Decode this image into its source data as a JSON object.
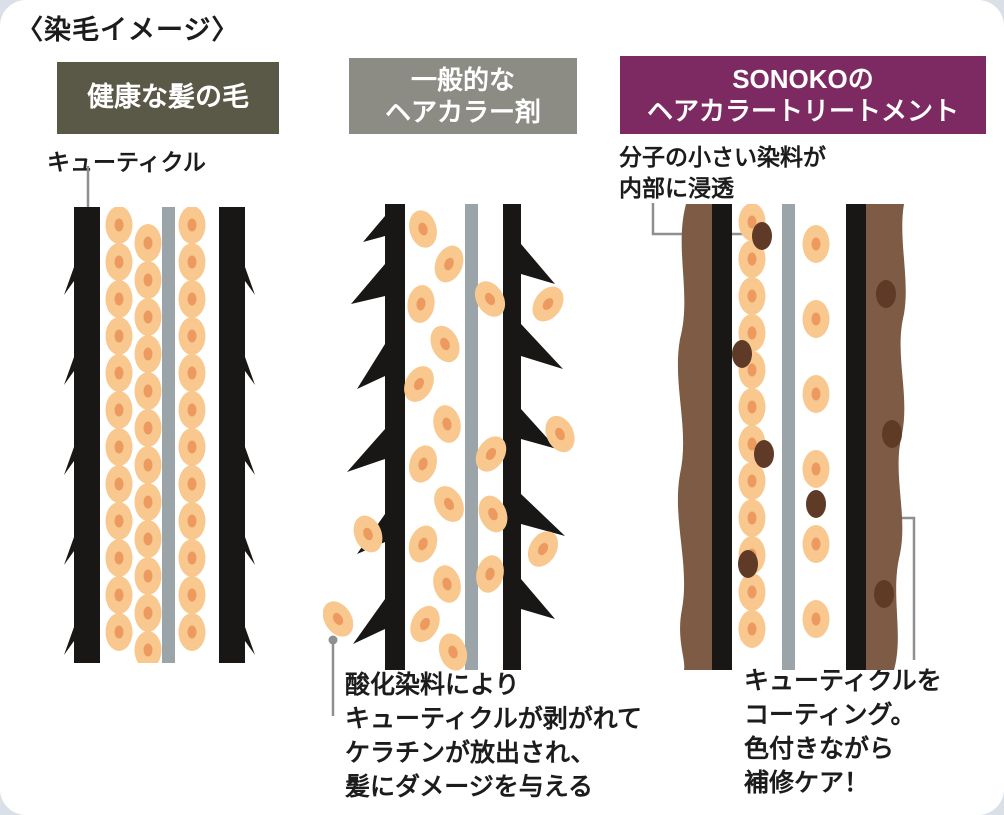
{
  "title": "〈染毛イメージ〉",
  "columns": [
    {
      "name": "healthy",
      "header_lines": [
        "健康な髪の毛"
      ],
      "header_bg": "#5a5847"
    },
    {
      "name": "general",
      "header_lines": [
        "一般的な",
        "ヘアカラー剤"
      ],
      "header_bg": "#8c8c85"
    },
    {
      "name": "sonoko",
      "header_lines": [
        "SONOKOの",
        "ヘアカラートリートメント"
      ],
      "header_bg": "#7c2a61"
    }
  ],
  "annotations": {
    "cuticle_label": "キューティクル",
    "dye_label_lines": [
      "分子の小さい染料が",
      "内部に浸透"
    ],
    "damage_lines": [
      "酸化染料により",
      "キューティクルが剥がれて",
      "ケラチンが放出され、",
      "髪にダメージを与える"
    ],
    "coating_lines": [
      "キューティクルを",
      "コーティング。",
      "色付きながら",
      "補修ケア！"
    ]
  },
  "illustration_colors": {
    "cuticle_black": "#191715",
    "cortex_cell_orange": "#F8C88E",
    "cell_nucleus_orange": "#EC9A60",
    "medulla_gray": "#9AA4A9",
    "coating_brown": "#7D5B44",
    "dye_dark_brown": "#5E3A27",
    "leader_gray": "#8F8F8F",
    "page_background": "#d9e0e7",
    "panel_background": "#ffffff"
  }
}
